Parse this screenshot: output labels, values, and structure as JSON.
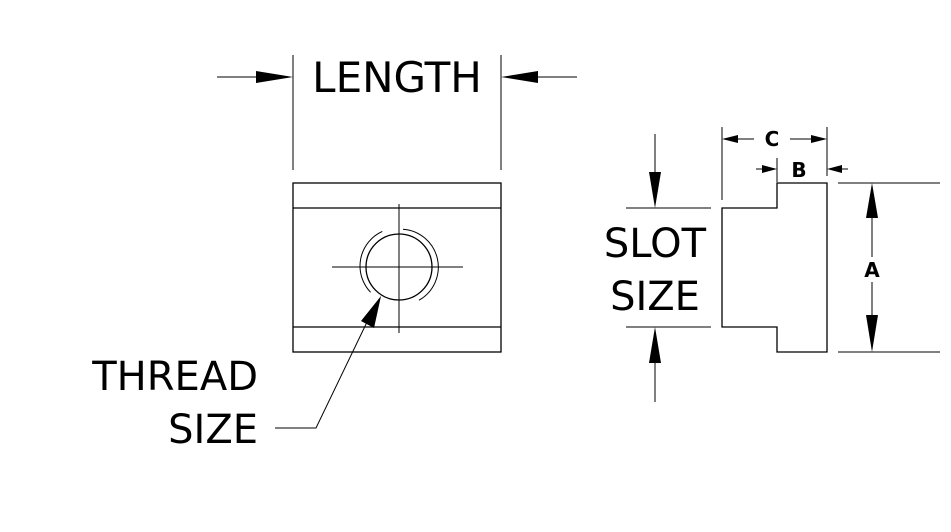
{
  "labels": {
    "length": "LENGTH",
    "thread_line1": "THREAD",
    "thread_line2": "SIZE",
    "slot_line1": "SLOT",
    "slot_line2": "SIZE",
    "dim_a": "A",
    "dim_b": "B",
    "dim_c": "C"
  },
  "colors": {
    "line": "#000000",
    "background": "#ffffff"
  }
}
